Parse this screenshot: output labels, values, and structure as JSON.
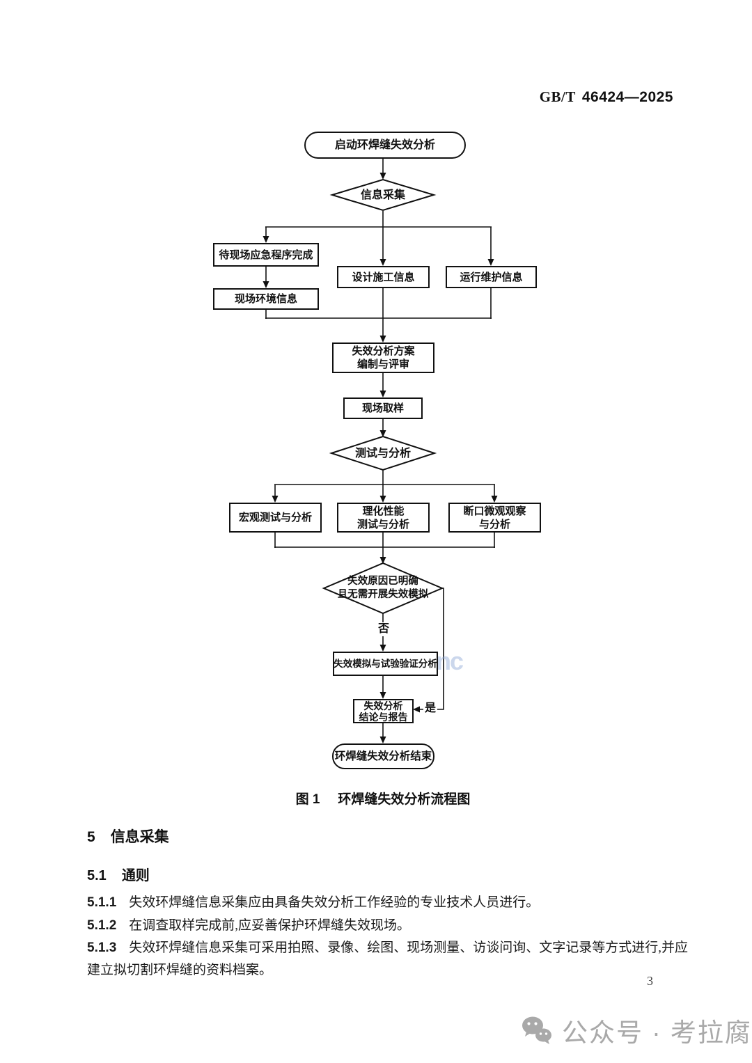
{
  "header": {
    "code": "GB/T",
    "number": "46424—2025"
  },
  "flowchart": {
    "start": "启动环焊缝失效分析",
    "info_collection_decision": "信息采集",
    "wait_emergency": "待现场应急程序完成",
    "design_info": "设计施工信息",
    "operation_info": "运行维护信息",
    "site_env_info": "现场环境信息",
    "plan_line1": "失效分析方案",
    "plan_line2": "编制与评审",
    "sampling": "现场取样",
    "test_decision": "测试与分析",
    "macro_test": "宏观测试与分析",
    "physchem_line1": "理化性能",
    "physchem_line2": "测试与分析",
    "fracture_line1": "断口微观观察",
    "fracture_line2": "与分析",
    "cause_line1": "失效原因已明确",
    "cause_line2": "且无需开展失效模拟",
    "simulation": "失效模拟与试验验证分析",
    "conclusion_line1": "失效分析",
    "conclusion_line2": "结论与报告",
    "end": "环焊缝失效分析结束",
    "no_label": "否",
    "yes_label": "是"
  },
  "caption": {
    "fig": "图 1",
    "title": "环焊缝失效分析流程图"
  },
  "sections": {
    "s5_number": "5",
    "s5_title": "信息采集",
    "s51_number": "5.1",
    "s51_title": "通则"
  },
  "clauses": [
    {
      "number": "5.1.1",
      "text": "失效环焊缝信息采集应由具备失效分析工作经验的专业技术人员进行。"
    },
    {
      "number": "5.1.2",
      "text": "在调查取样完成前,应妥善保护环焊缝失效现场。"
    },
    {
      "number": "5.1.3",
      "text": "失效环焊缝信息采集可采用拍照、录像、绘图、现场测量、访谈问询、文字记录等方式进行,并应",
      "text2": "建立拟切割环焊缝的资料档案。"
    }
  ],
  "page_number": "3",
  "watermark": {
    "text": "公众号 · 考拉腐蚀"
  },
  "faint_mark": "nc",
  "colors": {
    "line": "#111111",
    "watermark_gray": "#a9a9a9",
    "faint_blue": "#8ca6d4"
  }
}
